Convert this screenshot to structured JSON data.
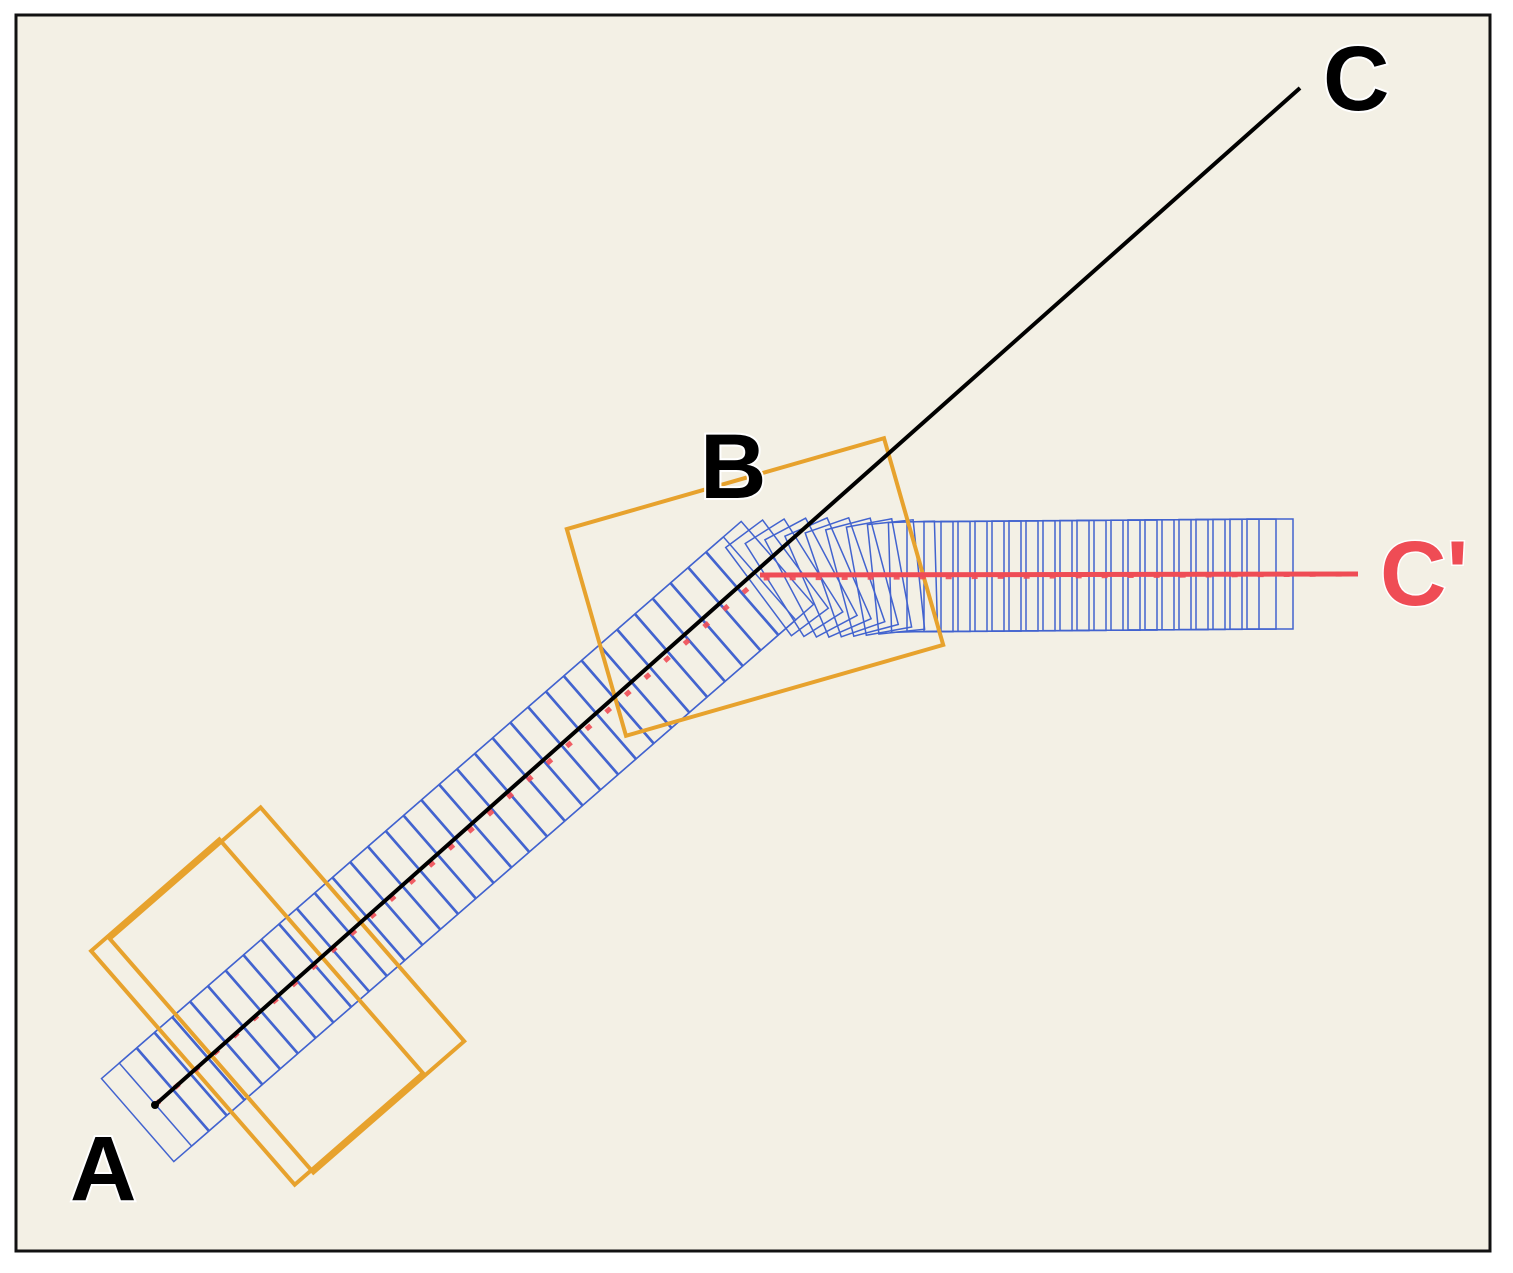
{
  "labels": {
    "a": "A",
    "b": "B",
    "c": "C",
    "c_prime": "C'"
  },
  "colors": {
    "background": "#f3f0e5",
    "frame": "#111111",
    "original_path": "#000000",
    "corrected_path": "#ef4c55",
    "snapshot_boxes": "#4263cf",
    "key_boxes": "#e7a22d",
    "c_prime_label": "#ef4c55"
  }
}
